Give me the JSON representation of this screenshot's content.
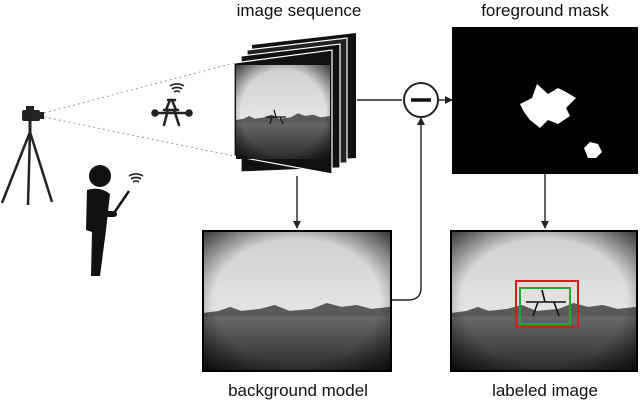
{
  "labels": {
    "image_sequence": "image sequence",
    "foreground_mask": "foreground mask",
    "background_model": "background model",
    "labeled_image": "labeled image"
  },
  "operator_symbol": "minus",
  "colors": {
    "stroke": "#222222",
    "mask_bg": "#000000",
    "mask_fg": "#ffffff",
    "box_outer": "#d81b1b",
    "box_inner": "#19b028",
    "sky": "#e6e6e6",
    "ground": "#4a4a4a"
  },
  "icons": [
    "camera-on-tripod-icon",
    "drone-icon",
    "person-with-remote-icon",
    "wireless-signal-icon"
  ]
}
